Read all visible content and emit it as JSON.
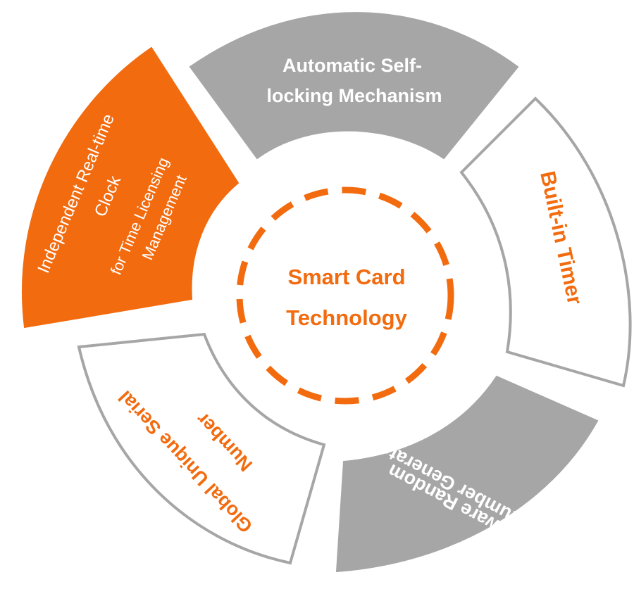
{
  "center": {
    "line1": "Smart Card",
    "line2": "Technology"
  },
  "segments": [
    {
      "id": "self-locking",
      "lines": [
        "Automatic Self-",
        "locking Mechanism"
      ],
      "fill": "#a6a6a6",
      "stroke": "#a6a6a6",
      "text_color": "#ffffff"
    },
    {
      "id": "timer",
      "lines": [
        "Built-in Timer"
      ],
      "fill": "#ffffff",
      "stroke": "#a6a6a6",
      "text_color": "#f26b0f"
    },
    {
      "id": "rng",
      "lines": [
        "Hardware Random",
        "Number Generator"
      ],
      "fill": "#a6a6a6",
      "stroke": "#a6a6a6",
      "text_color": "#ffffff"
    },
    {
      "id": "serial",
      "lines": [
        "Global Unique Serial",
        "Number"
      ],
      "fill": "#ffffff",
      "stroke": "#a6a6a6",
      "text_color": "#f26b0f"
    },
    {
      "id": "clock",
      "lines": [
        "Independent Real-time",
        "Clock",
        "for  Time Licensing",
        "Management"
      ],
      "fill": "#f26b0f",
      "stroke": "#f26b0f",
      "text_color": "#ffffff"
    }
  ],
  "colors": {
    "accent": "#f26b0f",
    "gray": "#a6a6a6"
  }
}
